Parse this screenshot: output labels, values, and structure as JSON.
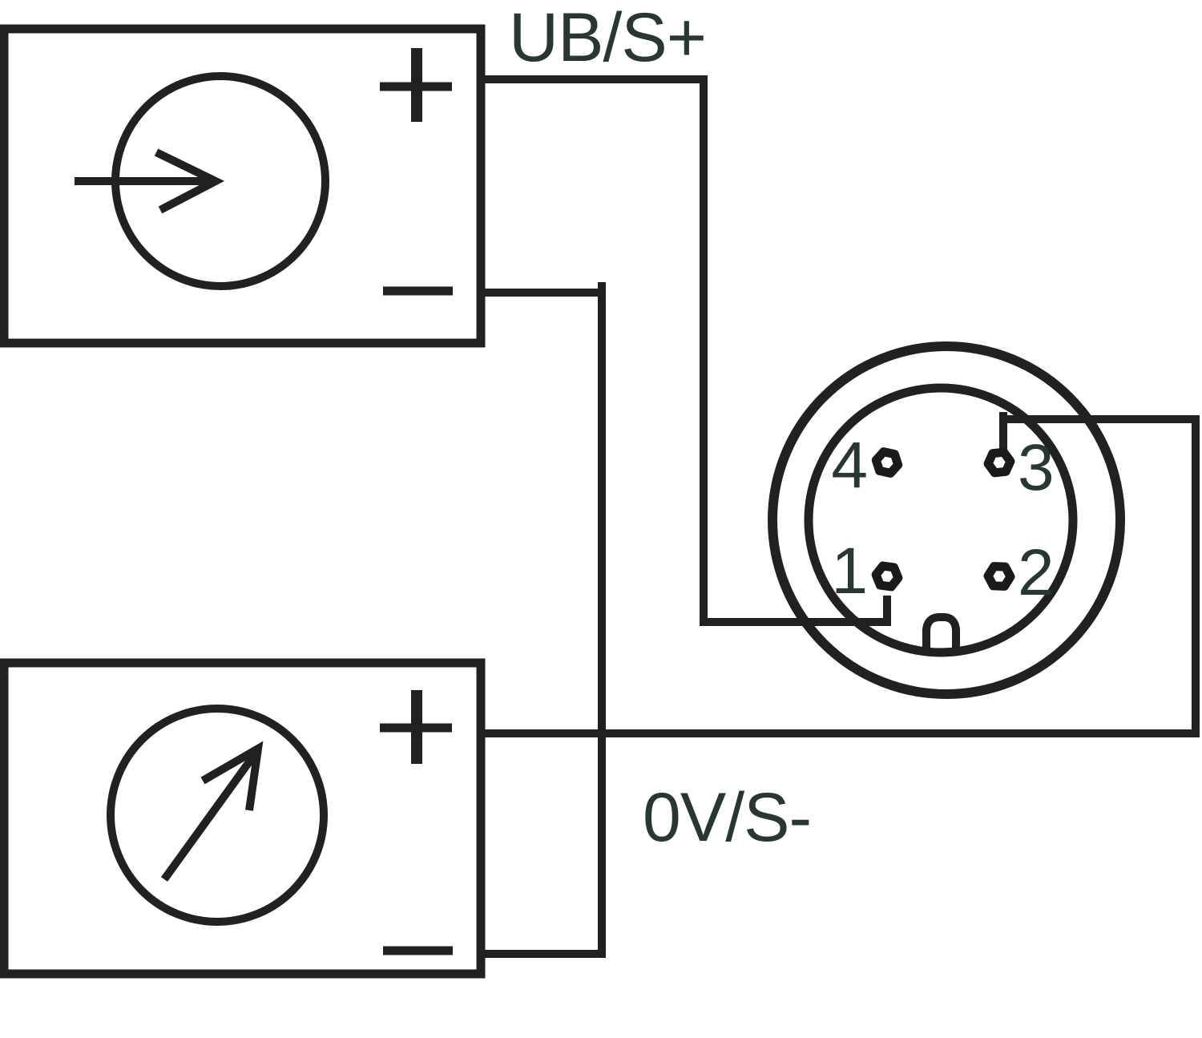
{
  "figure": {
    "kind": "sensor-connector-wiring-diagram",
    "wire_labels": {
      "positive": "UB/S+",
      "negative": "0V/S-"
    },
    "terminal_symbols": {
      "plus": "+",
      "minus": "−"
    },
    "connector_pins": [
      {
        "number": "4"
      },
      {
        "number": "3"
      },
      {
        "number": "1"
      },
      {
        "number": "2"
      }
    ],
    "colors": {
      "line": "#232021",
      "text": "#293634",
      "background": "#ffffff"
    }
  }
}
